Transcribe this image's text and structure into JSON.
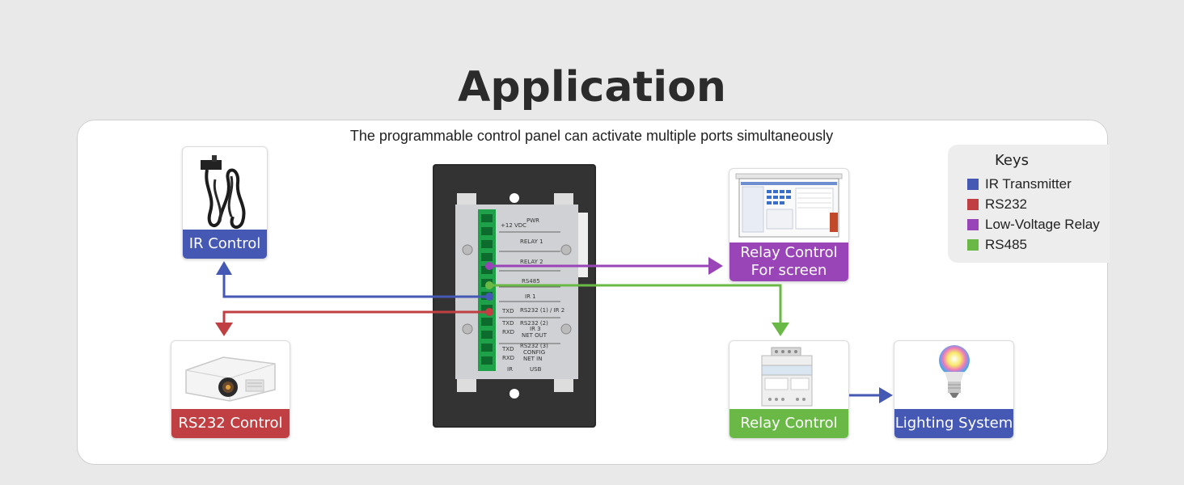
{
  "title": "Application",
  "subtitle": "The programmable control panel can activate multiple ports simultaneously",
  "colors": {
    "ir": "#4559b4",
    "rs232": "#bf3f42",
    "relay": "#9945b8",
    "rs485": "#6ab947"
  },
  "devices": {
    "ir_control": {
      "label": "IR Control"
    },
    "rs232_control": {
      "label": "RS232 Control"
    },
    "relay_screen": {
      "label_line1": "Relay Control",
      "label_line2": "For screen"
    },
    "relay_control": {
      "label": "Relay Control"
    },
    "lighting": {
      "label": "Lighting System"
    }
  },
  "keys": {
    "title": "Keys",
    "items": [
      {
        "label": "IR Transmitter",
        "color": "#4559b4"
      },
      {
        "label": "RS232",
        "color": "#bf3f42"
      },
      {
        "label": "Low-Voltage Relay",
        "color": "#9945b8"
      },
      {
        "label": "RS485",
        "color": "#6ab947"
      }
    ]
  },
  "panel_labels": {
    "pwr": "PWR",
    "vdc": "+12 VDC",
    "relay1": "RELAY 1",
    "relay2": "RELAY 2",
    "rs485": "RS485",
    "ir1": "IR 1",
    "rs232_1": "RS232 (1) / IR 2",
    "rs232_2": "RS232 (2)",
    "ir3": "IR 3",
    "net_out": "NET OUT",
    "rs232_3": "RS232 (3)",
    "config": "CONFIG",
    "net_in": "NET IN",
    "ir_port": "IR",
    "usb_port": "USB",
    "txd": "TXD",
    "rxd": "RXD"
  }
}
